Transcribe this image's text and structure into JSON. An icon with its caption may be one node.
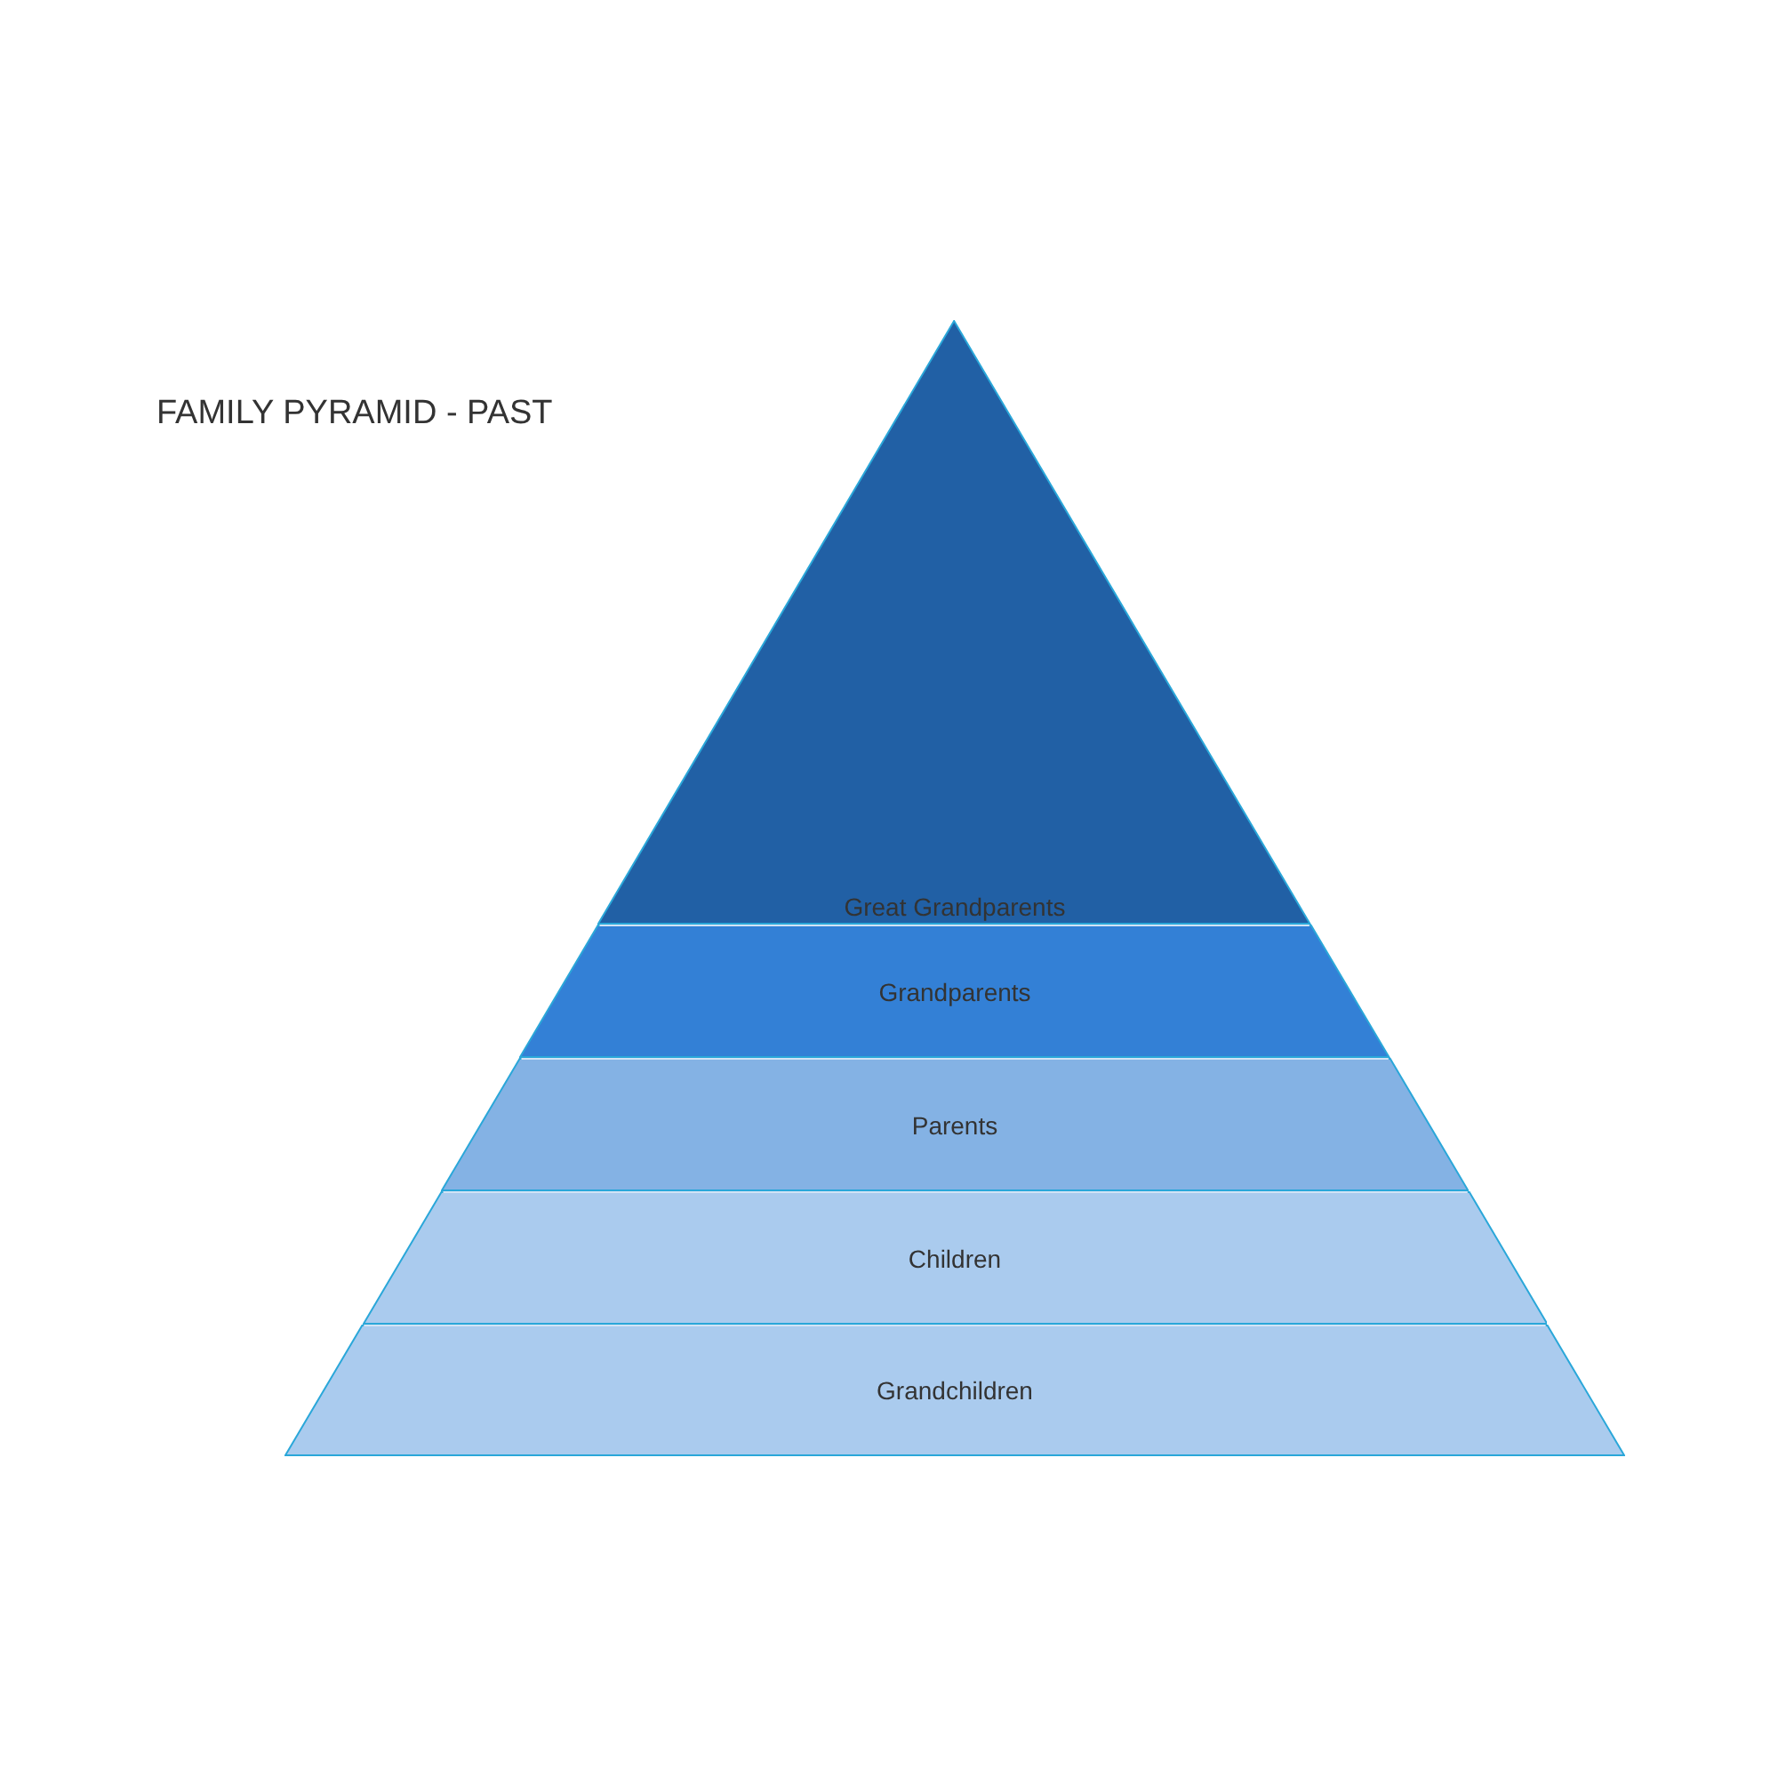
{
  "diagram": {
    "title": "FAMILY PYRAMID - PAST",
    "nodes": [
      {
        "text": [
          "Great Grandparents"
        ]
      },
      {
        "text": [
          "Grandparents"
        ]
      },
      {
        "text": [
          "Parents"
        ]
      },
      {
        "text": [
          "Children"
        ]
      },
      {
        "text": [
          "Grandchildren"
        ]
      }
    ]
  }
}
